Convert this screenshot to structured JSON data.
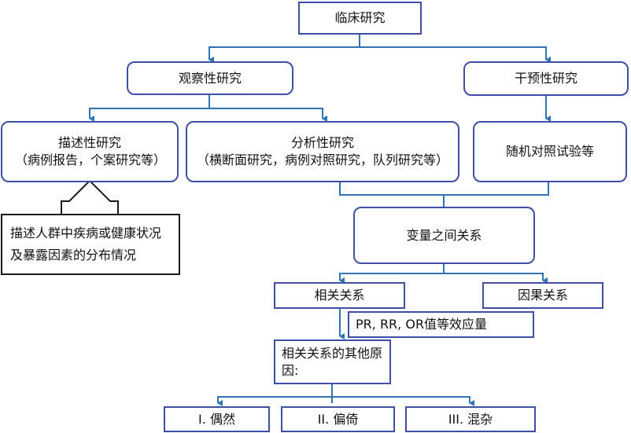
{
  "colors": {
    "box_border": "#3f4fa6",
    "connector": "#2f74b5",
    "callout": "#1a1a1a"
  },
  "nodes": {
    "clinical_research": "临床研究",
    "observational": "观察性研究",
    "interventional": "干预性研究",
    "descriptive_title": "描述性研究",
    "descriptive_detail": "（病例报告，个案研究等）",
    "analytical_title": "分析性研究",
    "analytical_detail": "（横断面研究，病例对照研究，队列研究等）",
    "rct": "随机对照试验等",
    "descriptive_purpose": "描述人群中疾病或健康状况及暴露因素的分布情况",
    "relationship": "变量之间关系",
    "correlation": "相关关系",
    "causation": "因果关系",
    "effect_measures": "PR, RR, OR值等效应量",
    "other_reasons": "相关关系的其他原因:",
    "chance": "I. 偶然",
    "bias": "II. 偏倚",
    "confounding": "III. 混杂"
  }
}
